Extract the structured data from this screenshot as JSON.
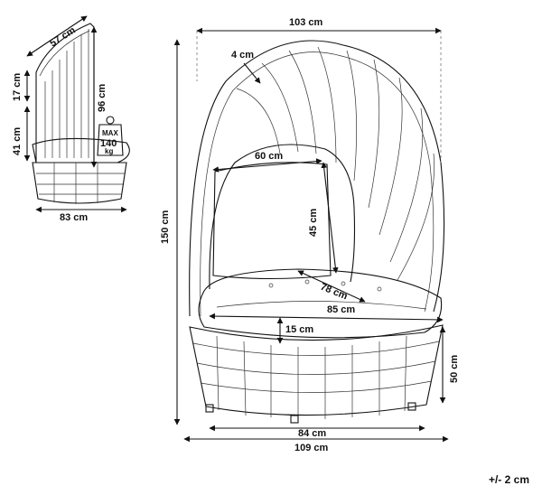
{
  "side_view": {
    "depth": "57 cm",
    "canopy": "17 cm",
    "height": "96 cm",
    "seat_height": "41 cm",
    "width": "83 cm",
    "max_load": {
      "line1": "MAX",
      "line2": "140",
      "line3": "kg"
    }
  },
  "front_view": {
    "top_width": "103 cm",
    "frame_thickness": "4 cm",
    "opening_width": "60 cm",
    "opening_height": "45 cm",
    "total_height": "150 cm",
    "seat_depth": "78 cm",
    "cushion_width": "85 cm",
    "cushion_thickness": "15 cm",
    "base_height": "50 cm",
    "base_width": "84 cm",
    "overall_width": "109 cm"
  },
  "tolerance": "+/- 2 cm"
}
